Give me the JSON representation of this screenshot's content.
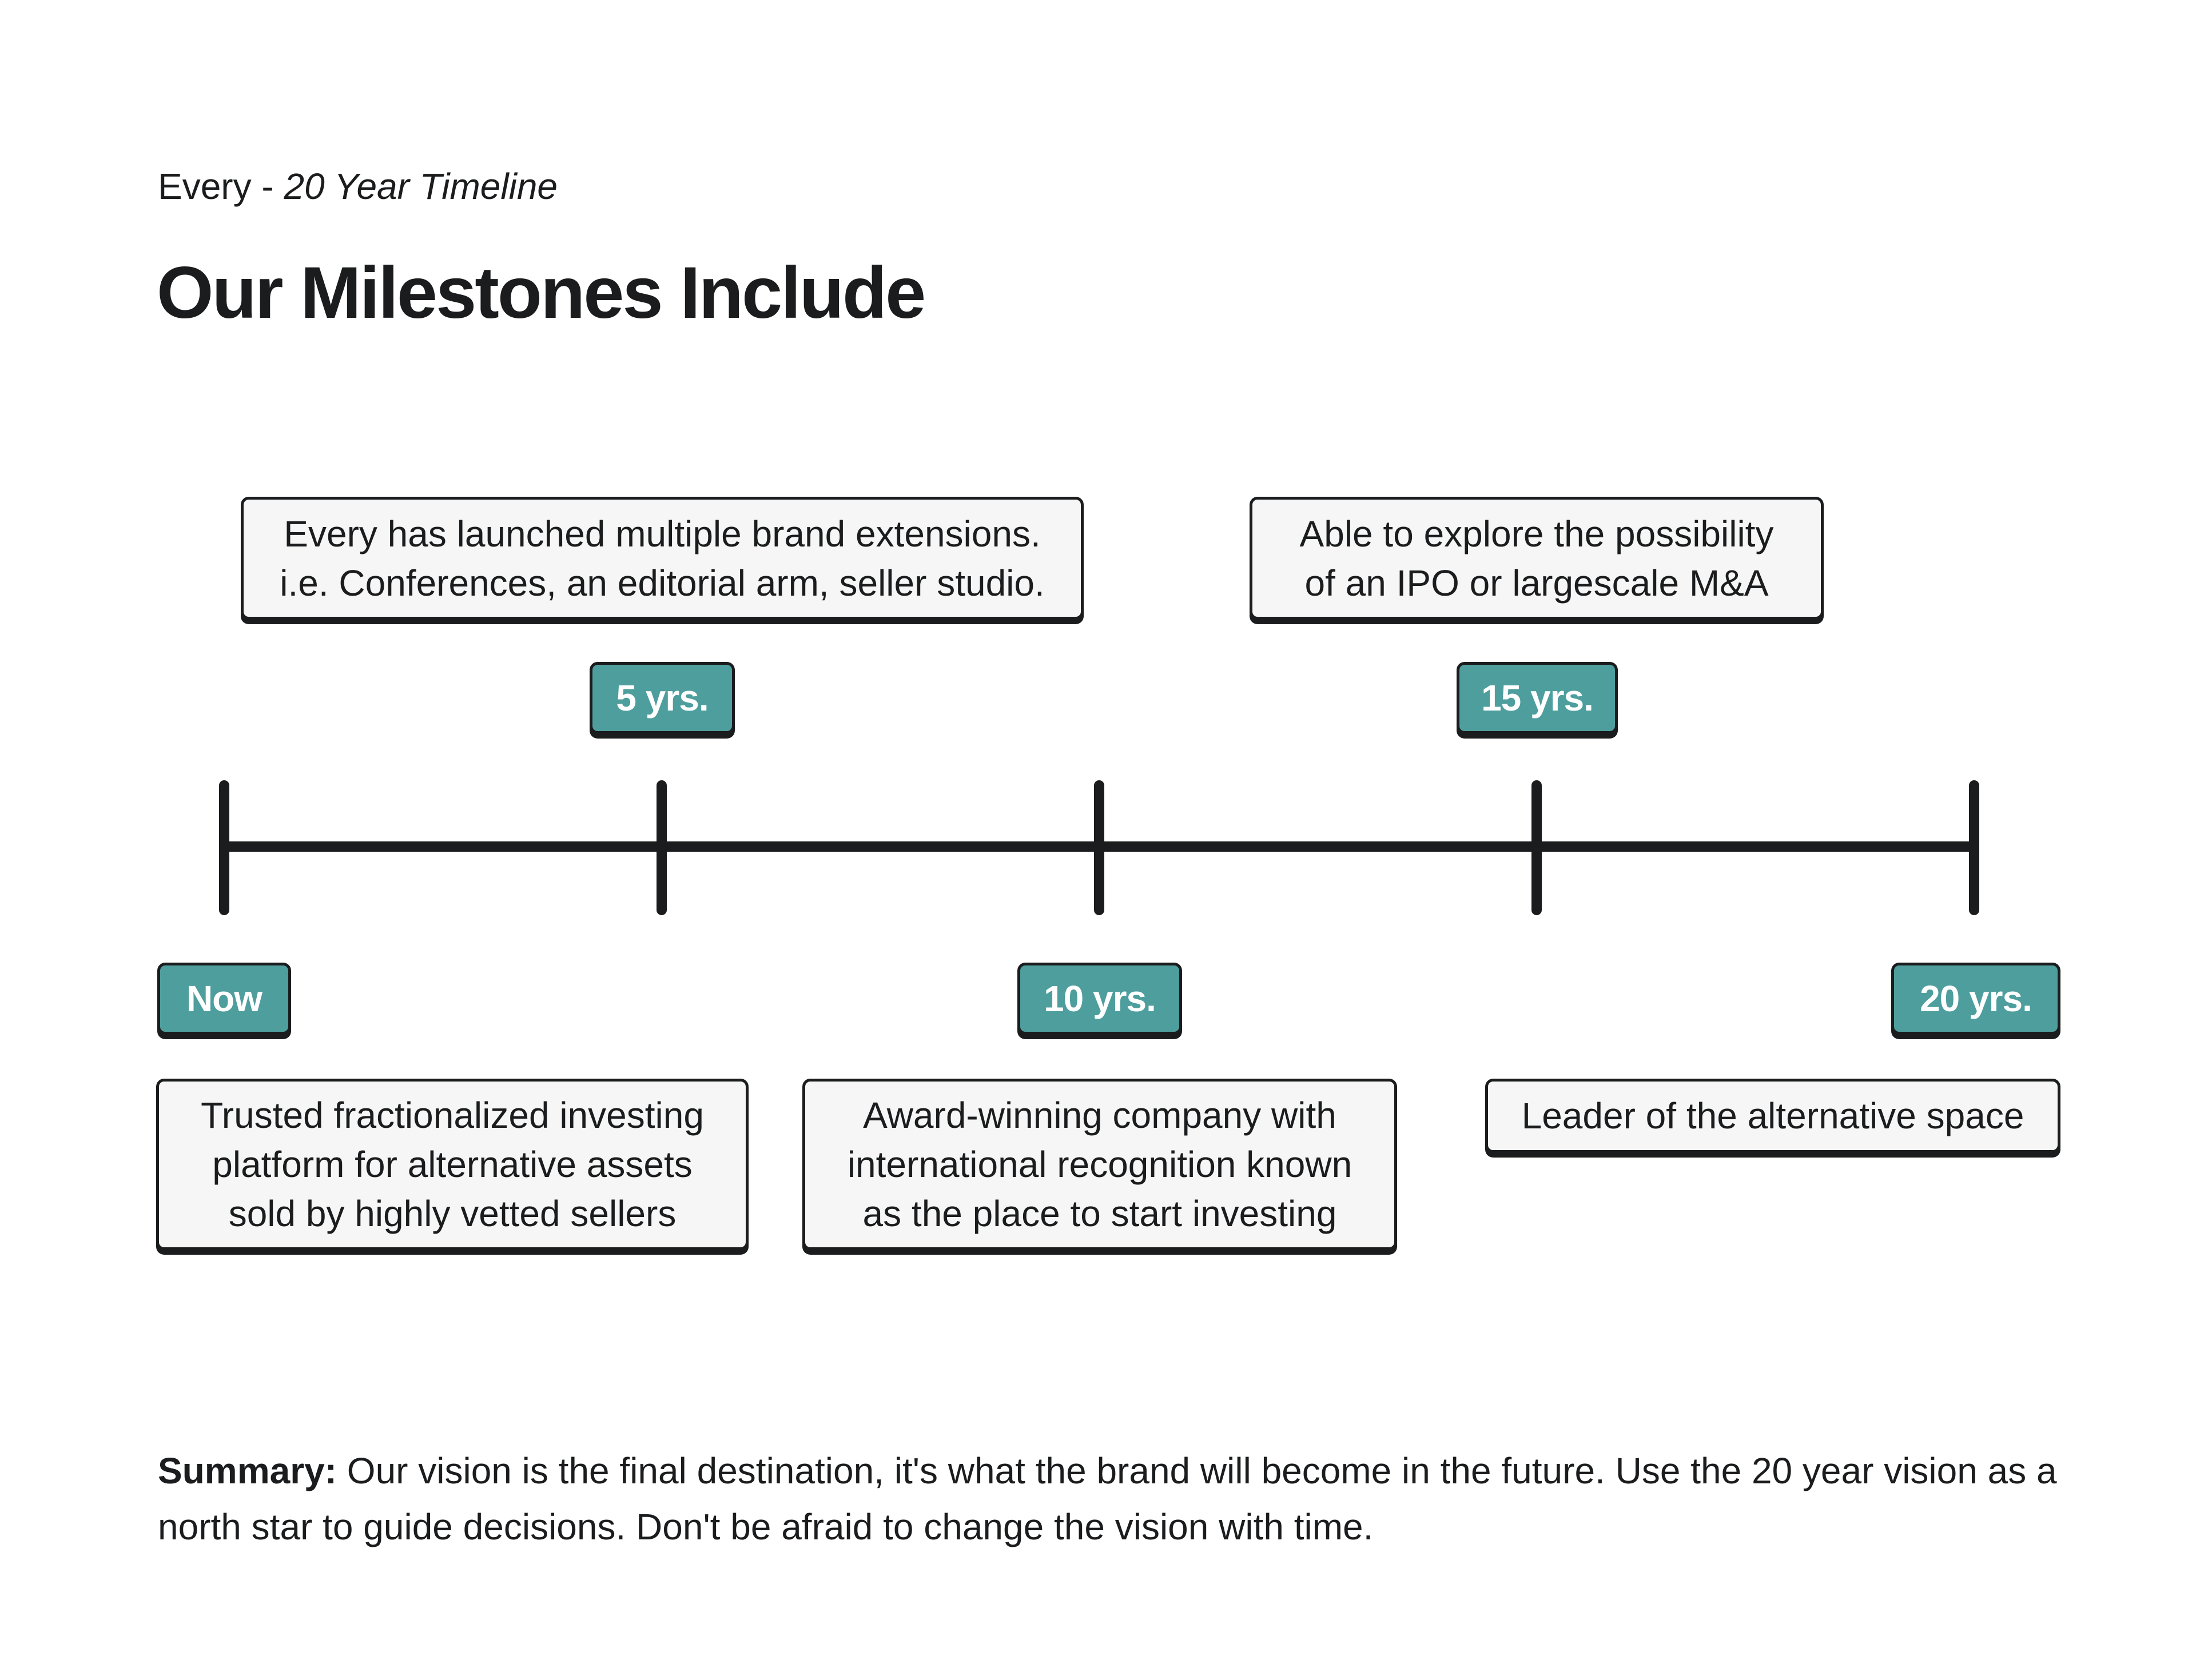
{
  "header": {
    "eyebrow_brand": "Every - ",
    "eyebrow_italic": "20 Year Timeline",
    "title": "Our Milestones Include"
  },
  "milestones": [
    {
      "label": "Now",
      "text": "Trusted fractionalized investing\nplatform for alternative assets\nsold  by highly vetted sellers"
    },
    {
      "label": "5 yrs.",
      "text": "Every has launched multiple brand extensions.\ni.e. Conferences, an editorial arm, seller studio."
    },
    {
      "label": "10 yrs.",
      "text": "Award-winning company with\ninternational recognition known\nas the place to start investing"
    },
    {
      "label": "15 yrs.",
      "text": "Able to explore the possibility\nof an IPO or largescale M&A"
    },
    {
      "label": "20 yrs.",
      "text": "Leader of the alternative space"
    }
  ],
  "summary": {
    "lead": "Summary:",
    "text": " Our vision is the final destination, it's what the brand will become in the future. Use the 20 year vision as a north star to guide decisions. Don't be afraid to change the vision with time."
  },
  "colors": {
    "accent": "#4e9e9e",
    "ink": "#1b1c1d",
    "box_fill": "#f6f6f6"
  }
}
